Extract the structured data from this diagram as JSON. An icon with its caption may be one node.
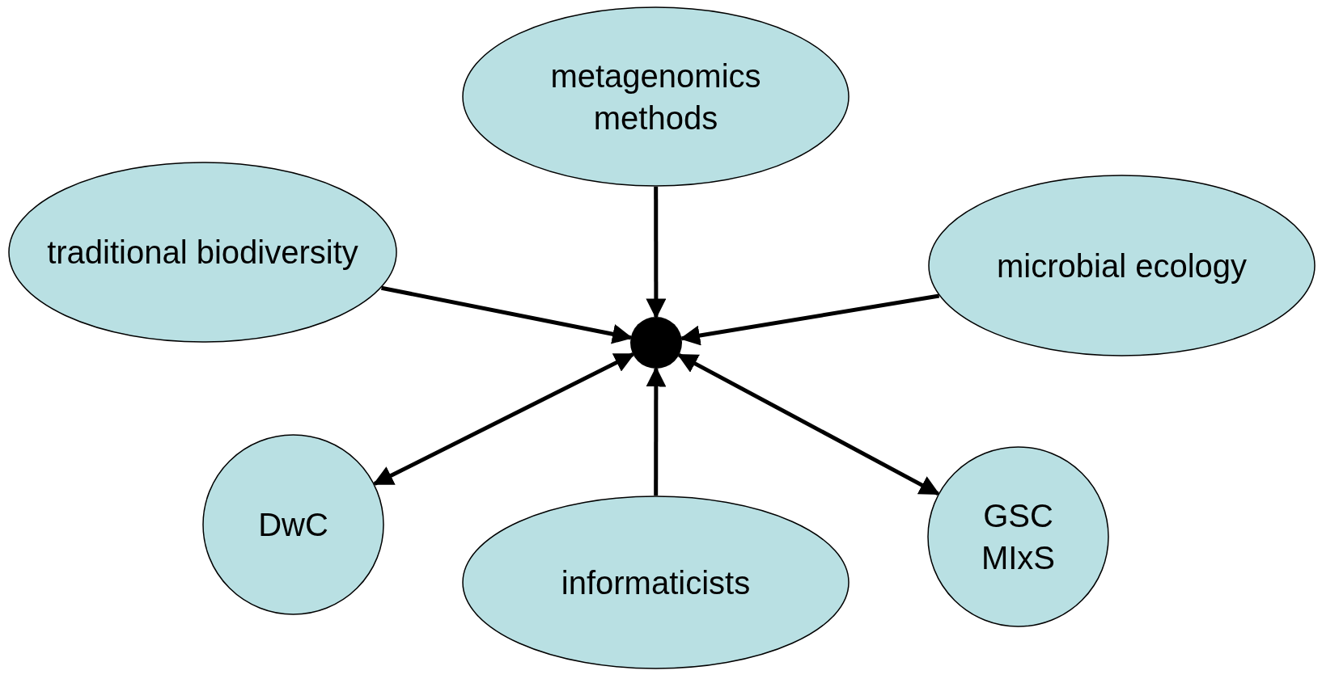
{
  "diagram": {
    "nodes": [
      {
        "text": [
          "metagenomics methods"
        ]
      },
      {
        "text": [
          "traditional biodiversity"
        ]
      },
      {
        "text": [
          "microbial ecology"
        ]
      },
      {
        "text": [],
        "shape": "circle"
      },
      {
        "text": [
          "DwC"
        ]
      },
      {
        "text": [
          "informaticists"
        ]
      },
      {
        "text": [
          "GSC MIxS"
        ]
      }
    ],
    "edges": [
      {
        "from": 0,
        "to": 3,
        "arrow": "to"
      },
      {
        "from": 1,
        "to": 3,
        "arrow": "to"
      },
      {
        "from": 2,
        "to": 3,
        "arrow": "to"
      },
      {
        "from": 3,
        "to": 4,
        "arrow": "both"
      },
      {
        "from": 5,
        "to": 3,
        "arrow": "to"
      },
      {
        "from": 3,
        "to": 6,
        "arrow": "both"
      }
    ]
  }
}
